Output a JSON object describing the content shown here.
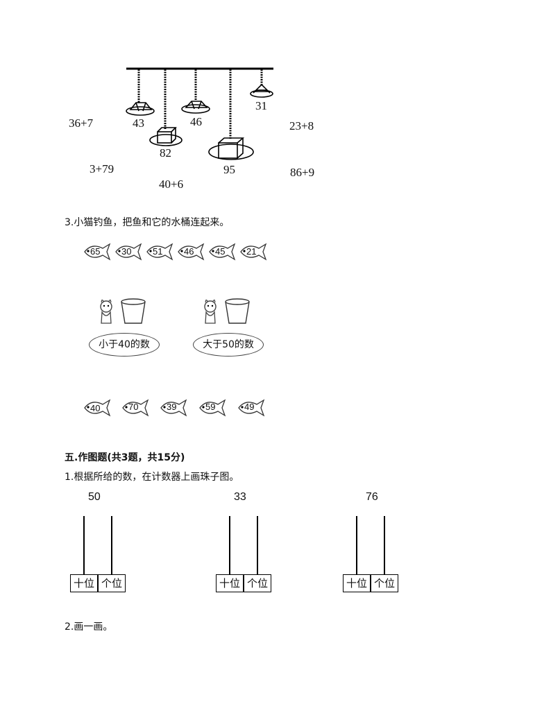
{
  "hanging": {
    "numbers": [
      "43",
      "82",
      "46",
      "95",
      "31"
    ],
    "expressions": [
      "36+7",
      "23+8",
      "3+79",
      "86+9",
      "40+6"
    ]
  },
  "q3": {
    "text": "3.小猫钓鱼，把鱼和它的水桶连起来。",
    "top_fish": [
      "65",
      "30",
      "51",
      "46",
      "45",
      "21"
    ],
    "bottom_fish": [
      "40",
      "70",
      "39",
      "59",
      "49"
    ],
    "bucket_labels": [
      "小于40的数",
      "大于50的数"
    ]
  },
  "section5": {
    "heading": "五.作图题(共3题，共15分)",
    "q1": "1.根据所给的数，在计数器上画珠子图。",
    "abacus_numbers": [
      "50",
      "33",
      "76"
    ],
    "tens_label": "十位",
    "ones_label": "个位",
    "q2": "2.画一画。"
  }
}
